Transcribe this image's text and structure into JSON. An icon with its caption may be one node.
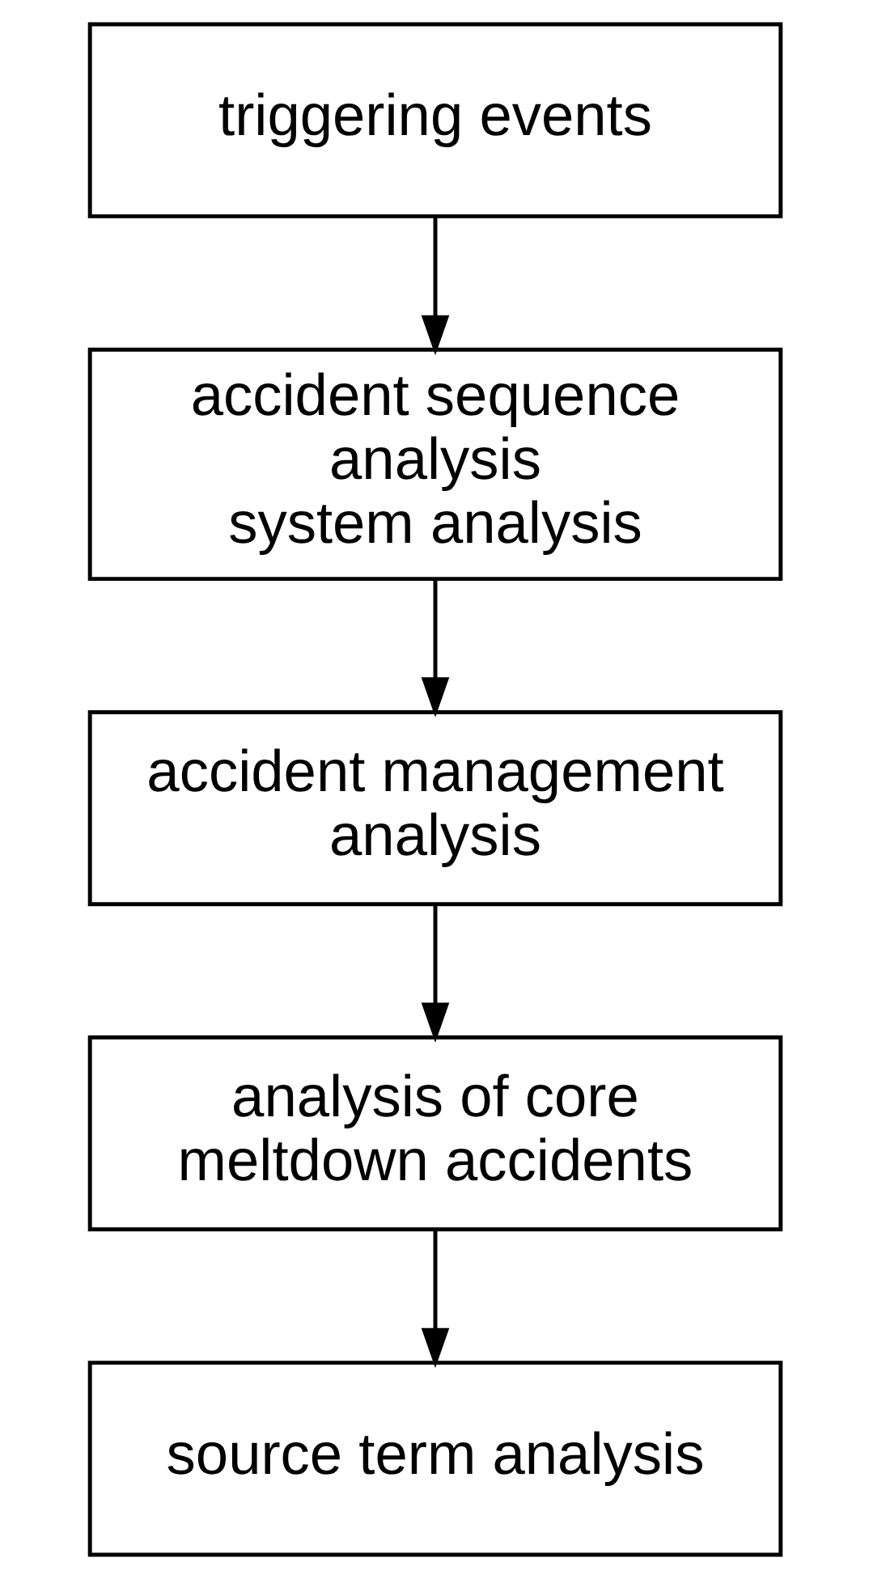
{
  "diagram": {
    "nodes": [
      {
        "text": [
          "triggering events"
        ]
      },
      {
        "text": [
          "accident sequence analysis",
          "system analysis"
        ]
      },
      {
        "text": [
          "accident management analysis"
        ]
      },
      {
        "text": [
          "analysis of core meltdown accidents"
        ]
      },
      {
        "text": [
          "source term analysis"
        ]
      }
    ],
    "edges": [
      {
        "from": 0,
        "to": 1,
        "arrow": "to"
      },
      {
        "from": 1,
        "to": 2,
        "arrow": "to"
      },
      {
        "from": 2,
        "to": 3,
        "arrow": "to"
      },
      {
        "from": 3,
        "to": 4,
        "arrow": "to"
      }
    ]
  }
}
